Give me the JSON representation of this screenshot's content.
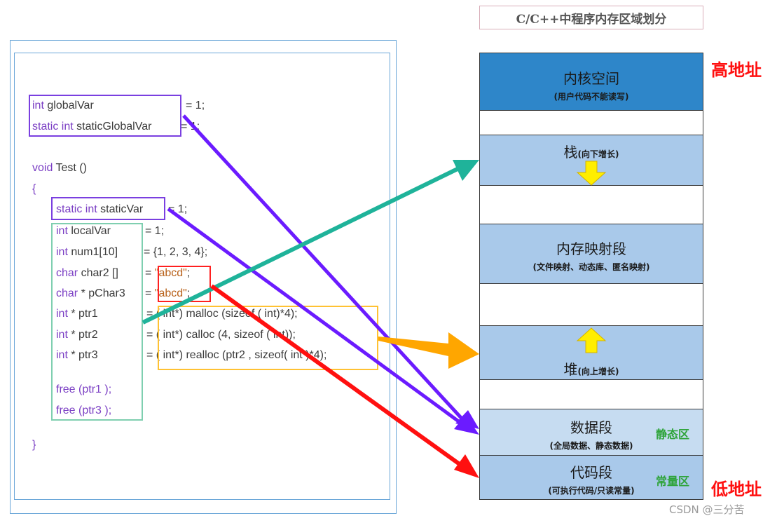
{
  "code": {
    "line1": {
      "kw": "int",
      "name": "globalVar",
      "rest": "= 1;"
    },
    "line2": {
      "kw": "static int",
      "name": "staticGlobalVar",
      "rest": "= 1;"
    },
    "line3": {
      "kw": "void",
      "name": "Test ()"
    },
    "line4": "{",
    "line5": {
      "kw": "static int",
      "name": "staticVar",
      "rest": "= 1;"
    },
    "line6": {
      "kw": "int",
      "name": "localVar",
      "rest": "= 1;"
    },
    "line7": {
      "kw": "int",
      "name": "num1[10]",
      "rest": "= {1, 2, 3, 4};"
    },
    "line8": {
      "kw": "char",
      "name": "char2 []",
      "eq": "= ",
      "str": "\"abcd\"",
      "end": ";"
    },
    "line9": {
      "kw": "char",
      "name": "* pChar3",
      "eq": "= ",
      "str": "\"abcd\"",
      "end": ";"
    },
    "line10": {
      "kw": "int",
      "name": "* ptr1",
      "rest": "= ( int*) malloc (sizeof ( int)*4);"
    },
    "line11": {
      "kw": "int",
      "name": "* ptr2",
      "rest": "= ( int*) calloc (4, sizeof ( int));"
    },
    "line12": {
      "kw": "int",
      "name": "* ptr3",
      "rest": "= ( int*) realloc (ptr2 , sizeof( int )*4);"
    },
    "line13": "free (ptr1 );",
    "line14": "free (ptr3 );",
    "line15": "}"
  },
  "memory": {
    "title": "C/C++中程序内存区域划分",
    "kernel": {
      "title": "内核空间",
      "sub": "(用户代码不能读写)",
      "color": "#2e86c9"
    },
    "stack": {
      "title": "栈",
      "sub": "(向下增长)",
      "color": "#a9c9ea"
    },
    "mmap": {
      "title": "内存映射段",
      "sub": "(文件映射、动态库、匿名映射)",
      "color": "#a9c9ea"
    },
    "heap": {
      "title": "堆",
      "sub": "(向上增长)",
      "color": "#a9c9ea"
    },
    "data": {
      "title": "数据段",
      "sub": "(全局数据、静态数据)",
      "color": "#c6dcf1"
    },
    "text": {
      "title": "代码段",
      "sub": "(可执行代码/只读常量)",
      "color": "#a9c9ea"
    }
  },
  "labels": {
    "high": "高地址",
    "low": "低地址",
    "static_area": "静态区",
    "const_area": "常量区",
    "watermark": "CSDN @三分苦"
  },
  "colors": {
    "purple": "#6b1bff",
    "teal": "#1fb39a",
    "orange": "#ffa600",
    "red": "#ff1010",
    "highlight_red": "#ff2020",
    "green_label": "#2fa43b"
  }
}
